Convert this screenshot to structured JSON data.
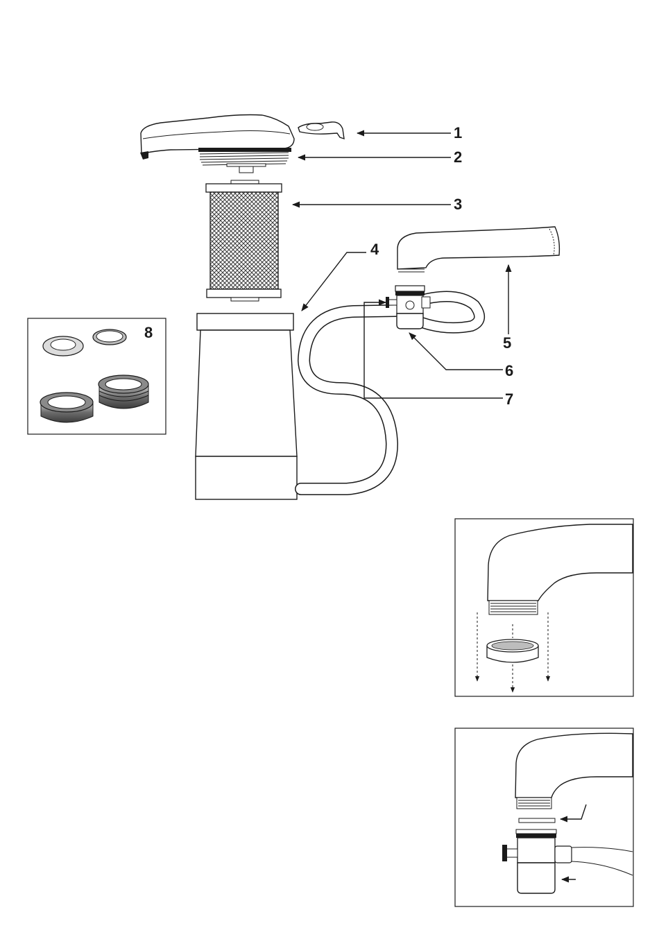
{
  "callouts": {
    "c1": "1",
    "c2": "2",
    "c3": "3",
    "c4": "4",
    "c5": "5",
    "c6": "6",
    "c7": "7",
    "c8": "8"
  },
  "colors": {
    "ink": "#1a1a1a",
    "paper": "#ffffff",
    "mesh": "#3a3a3a",
    "grey_ring": "#9a9a9a"
  },
  "icons": {
    "arrow": "arrow-head",
    "faucet": "faucet-spout",
    "filter": "filter-cartridge"
  }
}
